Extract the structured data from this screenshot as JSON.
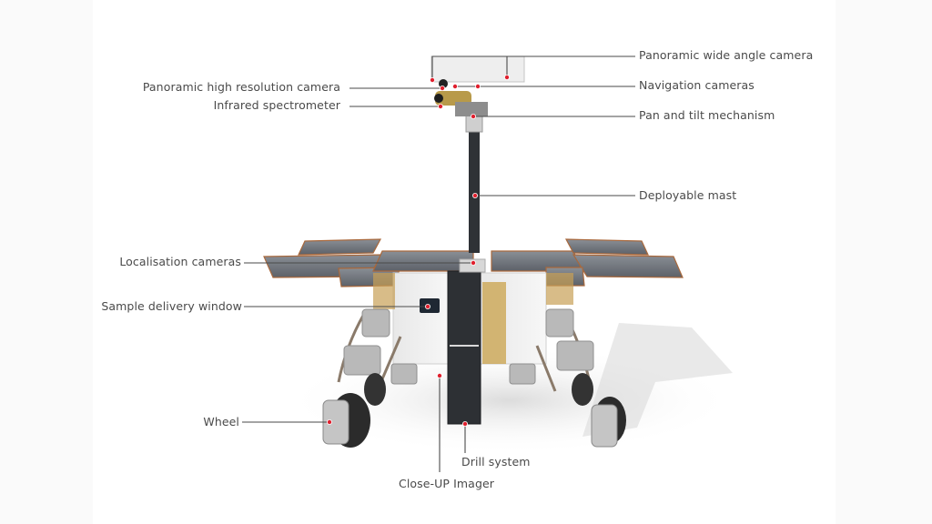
{
  "diagram": {
    "subject": "Mars rover",
    "callout_color": "#e0202e",
    "line_color": "#4a4a4a",
    "labels": {
      "panoramic_wide_angle_camera": "Panoramic wide angle camera",
      "navigation_cameras": "Navigation cameras",
      "pan_and_tilt_mechanism": "Pan and tilt mechanism",
      "deployable_mast": "Deployable mast",
      "panoramic_high_resolution_camera": "Panoramic high resolution camera",
      "infrared_spectrometer": "Infrared spectrometer",
      "localisation_cameras": "Localisation cameras",
      "sample_delivery_window": "Sample delivery window",
      "wheel": "Wheel",
      "drill_system": "Drill system",
      "close_up_imager": "Close-UP Imager"
    }
  }
}
